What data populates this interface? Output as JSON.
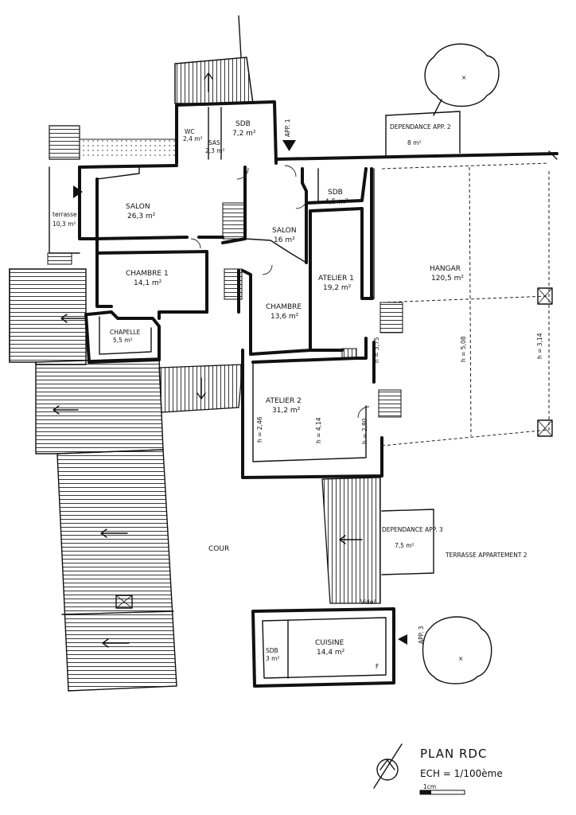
{
  "plan": {
    "title": "PLAN RDC",
    "scale": "ECH = 1/100ème",
    "scale_bar_label": "1cm"
  },
  "rooms": [
    {
      "key": "wc",
      "name": "WC",
      "area": "2,4 m²"
    },
    {
      "key": "sas",
      "name": "SAS",
      "area": "2,3 m²"
    },
    {
      "key": "sdb_top",
      "name": "SDB",
      "area": "7,2 m²"
    },
    {
      "key": "salon_big",
      "name": "SALON",
      "area": "26,3 m²"
    },
    {
      "key": "salon_small",
      "name": "SALON",
      "area": "16 m²"
    },
    {
      "key": "sdb_mid",
      "name": "SDB",
      "area": "4,5 m²"
    },
    {
      "key": "chambre1",
      "name": "CHAMBRE 1",
      "area": "14,1 m²"
    },
    {
      "key": "chapelle",
      "name": "CHAPELLE",
      "area": "5,5 m²"
    },
    {
      "key": "chambre",
      "name": "CHAMBRE",
      "area": "13,6 m²"
    },
    {
      "key": "atelier1",
      "name": "ATELIER 1",
      "area": "19,2 m²"
    },
    {
      "key": "atelier2",
      "name": "ATELIER 2",
      "area": "31,2 m²"
    },
    {
      "key": "hangar",
      "name": "HANGAR",
      "area": "120,5 m²"
    },
    {
      "key": "terrasse",
      "name": "terrasse",
      "area": "10,3 m²"
    },
    {
      "key": "dep2",
      "name": "DEPENDANCE APP. 2",
      "area": "8 m²"
    },
    {
      "key": "dep3",
      "name": "DEPENDANCE APP. 3",
      "area": "7,5 m²"
    },
    {
      "key": "cuisine",
      "name": "CUISINE",
      "area": "14,4 m²"
    },
    {
      "key": "sdb_bottom",
      "name": "SDB",
      "area": "3 m²"
    }
  ],
  "labels": {
    "cour": "COUR",
    "terrasse_app2": "TERRASSE APPARTEMENT 2",
    "app1": "APP. 1",
    "app3": "APP. 3",
    "vide": "Vide!",
    "fridge": "F"
  },
  "heights": [
    "h = 3,75",
    "h = 5,08",
    "h = 3,14",
    "h = 2,46",
    "h = 4,14",
    "h = 2,80"
  ]
}
